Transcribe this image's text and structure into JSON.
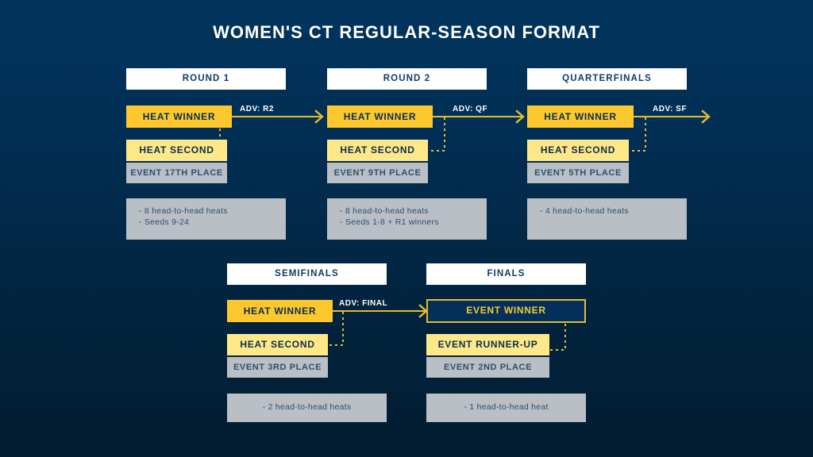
{
  "page": {
    "title": "WOMEN'S CT REGULAR-SEASON FORMAT",
    "background_top": "#01345D",
    "background_bottom": "#021C30",
    "accent_gold": "#FCC82E",
    "accent_gold_light": "#FFE888",
    "gray": "#B9BFC5",
    "navy_text": "#123A63"
  },
  "rounds": [
    {
      "header": "ROUND 1",
      "winner": "HEAT WINNER",
      "second": "HEAT SECOND",
      "place": "EVENT 17TH PLACE",
      "notes": [
        "- 8 head-to-head heats",
        "- Seeds 9-24"
      ],
      "advance": "ADV: R2"
    },
    {
      "header": "ROUND 2",
      "winner": "HEAT WINNER",
      "second": "HEAT SECOND",
      "place": "EVENT 9TH PLACE",
      "notes": [
        "- 8 head-to-head heats",
        "- Seeds 1-8 + R1 winners"
      ],
      "advance": "ADV: QF"
    },
    {
      "header": "QUARTERFINALS",
      "winner": "HEAT WINNER",
      "second": "HEAT SECOND",
      "place": "EVENT 5TH PLACE",
      "notes": [
        "- 4  head-to-head heats"
      ],
      "advance": "ADV: SF"
    },
    {
      "header": "SEMIFINALS",
      "winner": "HEAT WINNER",
      "second": "HEAT SECOND",
      "place": "EVENT 3RD PLACE",
      "notes": [
        "- 2 head-to-head heats"
      ],
      "advance": "ADV: FINAL"
    },
    {
      "header": "FINALS",
      "winner": "EVENT WINNER",
      "second": "EVENT RUNNER-UP",
      "place": "EVENT 2ND PLACE",
      "notes": [
        "- 1 head-to-head heat"
      ],
      "advance": ""
    }
  ]
}
